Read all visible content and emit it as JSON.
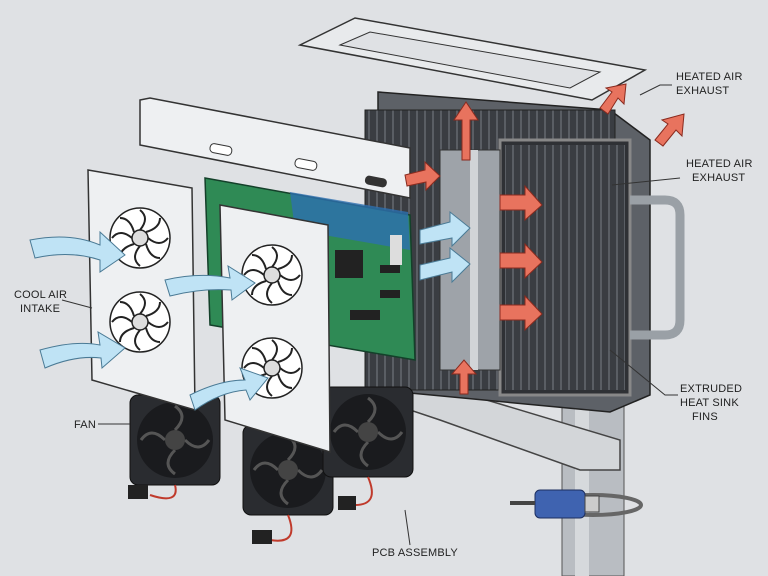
{
  "labels": {
    "heated_air_exhaust_top": [
      "HEATED AIR",
      "EXHAUST"
    ],
    "heated_air_exhaust_side": [
      "HEATED AIR",
      "EXHAUST"
    ],
    "cool_air_intake": [
      "COOL AIR",
      "INTAKE"
    ],
    "fan": "FAN",
    "extruded_heat_sink_fins": [
      "EXTRUDED",
      "HEAT SINK",
      "FINS"
    ],
    "pcb_assembly": "PCB ASSEMBLY"
  },
  "colors": {
    "background": "#dfe1e4",
    "heat_sink": "#3a3d42",
    "pcb": "#2f8a55",
    "cool_arrow": "#bfe3f5",
    "hot_arrow": "#e8735e",
    "panel": "#eef0f2",
    "clamp": "#3f63b0"
  }
}
